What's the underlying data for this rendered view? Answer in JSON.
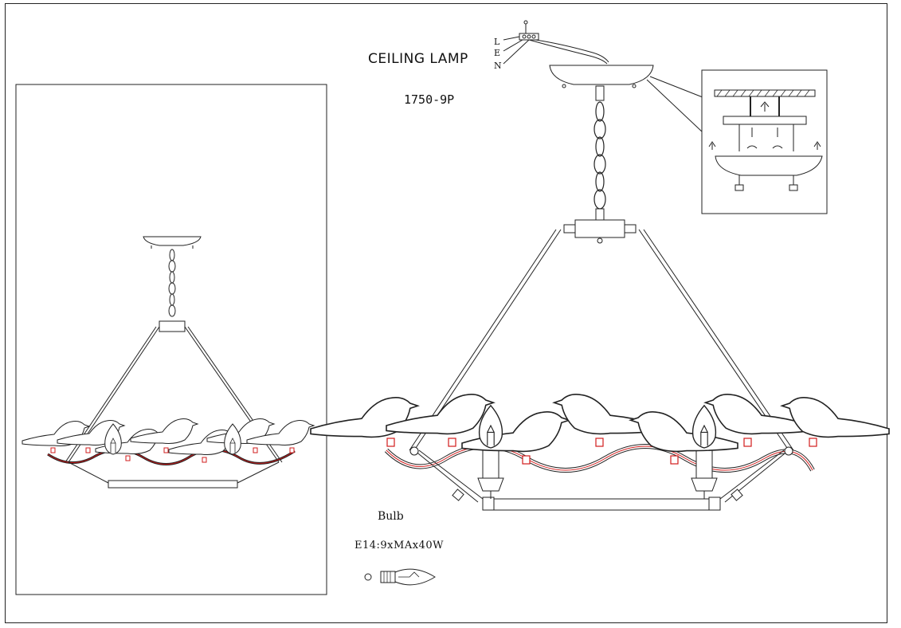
{
  "title": "CEILING LAMP",
  "model": "1750-9P",
  "wire_labels": [
    "L",
    "E",
    "N"
  ],
  "bulb": {
    "label": "Bulb",
    "spec": "E14:9xMAx40W"
  },
  "colors": {
    "line": "#222222",
    "accent": "#d21c1c"
  }
}
